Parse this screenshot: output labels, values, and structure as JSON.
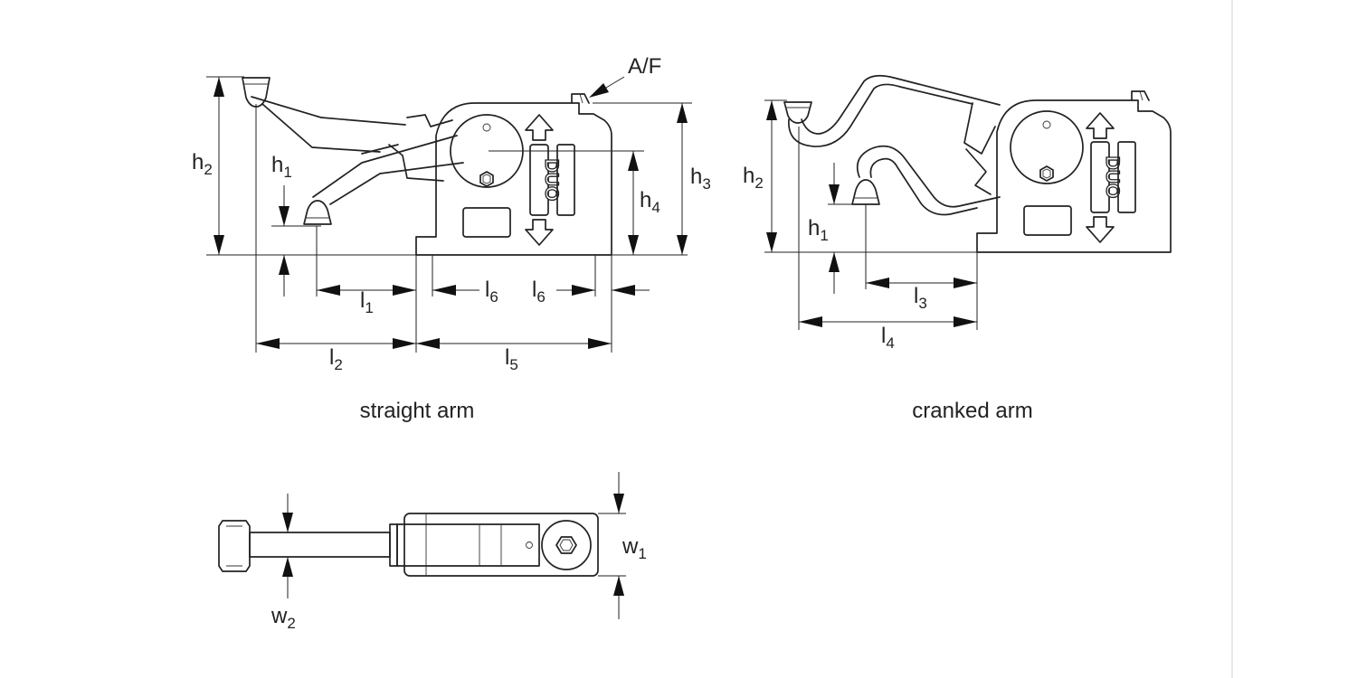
{
  "labels": {
    "af": "A/F",
    "straight_h2": {
      "base": "h",
      "sub": "2"
    },
    "straight_h1": {
      "base": "h",
      "sub": "1"
    },
    "straight_h3": {
      "base": "h",
      "sub": "3"
    },
    "straight_h4": {
      "base": "h",
      "sub": "4"
    },
    "straight_l1": {
      "base": "l",
      "sub": "1"
    },
    "straight_l6a": {
      "base": "l",
      "sub": "6"
    },
    "straight_l6b": {
      "base": "l",
      "sub": "6"
    },
    "straight_l2": {
      "base": "l",
      "sub": "2"
    },
    "straight_l5": {
      "base": "l",
      "sub": "5"
    },
    "cranked_h2": {
      "base": "h",
      "sub": "2"
    },
    "cranked_h1": {
      "base": "h",
      "sub": "1"
    },
    "cranked_l3": {
      "base": "l",
      "sub": "3"
    },
    "cranked_l4": {
      "base": "l",
      "sub": "4"
    },
    "top_w1": {
      "base": "w",
      "sub": "1"
    },
    "top_w2": {
      "base": "w",
      "sub": "2"
    }
  },
  "captions": {
    "straight": "straight arm",
    "cranked": "cranked arm"
  },
  "logo": {
    "straight": "DUO",
    "cranked": "DUO"
  }
}
